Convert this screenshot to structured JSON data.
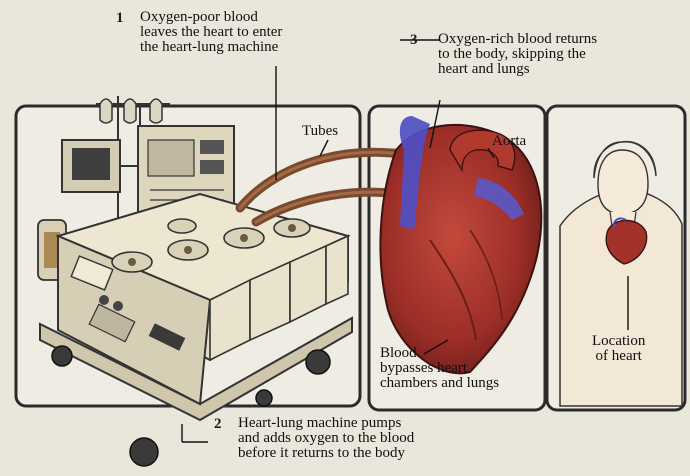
{
  "callouts": {
    "step1": {
      "number": "1",
      "lines": [
        "Oxygen-poor blood",
        "leaves the heart to enter",
        "the heart-lung machine"
      ]
    },
    "step2": {
      "number": "2",
      "lines": [
        "Heart-lung machine pumps",
        "and adds oxygen to the blood",
        "before it returns to the body"
      ]
    },
    "step3": {
      "number": "3",
      "lines": [
        "Oxygen-rich blood returns",
        "to the body, skipping the",
        "heart and lungs"
      ]
    }
  },
  "labels": {
    "tubes": "Tubes",
    "aorta": "Aorta",
    "blood_bypass": [
      "Blood",
      "bypasses heart",
      "chambers and lungs"
    ],
    "location": [
      "Location",
      "of heart"
    ]
  },
  "colors": {
    "heart_red": "#a3322a",
    "vein_blue": "#4f4fc4",
    "tube_brown": "#7a4a2e",
    "machine_cream": "#e4dcc4",
    "panel_border": "#2b2b2b"
  }
}
